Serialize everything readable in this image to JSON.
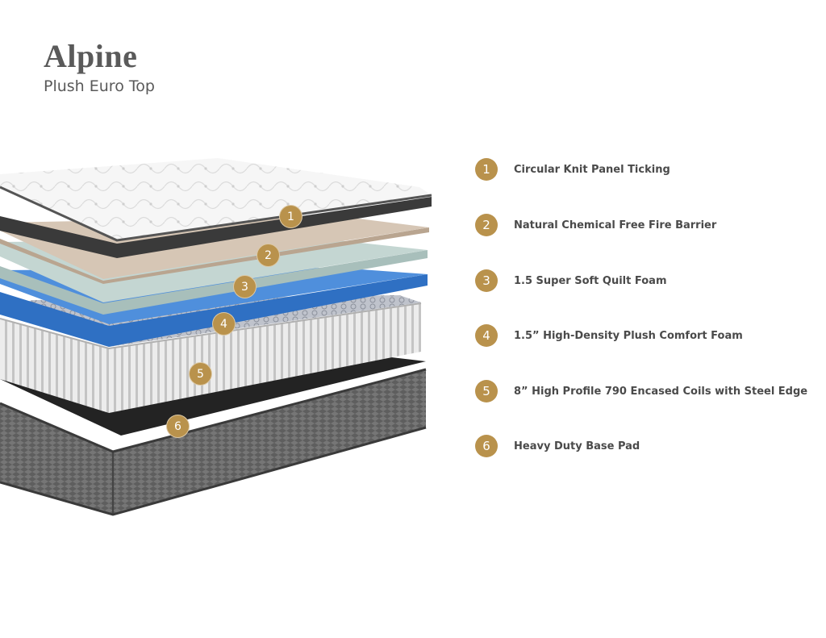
{
  "header": {
    "title": "Alpine",
    "subtitle": "Plush Euro Top"
  },
  "colors": {
    "accent": "#b9924c",
    "ticking": "#f4f4f4",
    "fire_barrier": "#cdbba9",
    "quilt_foam": "#bccfcb",
    "comfort_foam": "#3b7ccc",
    "coils": "#e3e3e3",
    "base_pad": "#222222",
    "border_fabric": "#6e6e6e"
  },
  "layers": [
    {
      "number": "1",
      "label": "Circular Knit Panel Ticking"
    },
    {
      "number": "2",
      "label": "Natural Chemical Free Fire Barrier"
    },
    {
      "number": "3",
      "label": "1.5 Super Soft Quilt Foam"
    },
    {
      "number": "4",
      "label": "1.5” High-Density Plush Comfort Foam"
    },
    {
      "number": "5",
      "label": "8” High Profile 790 Encased Coils with Steel Edge"
    },
    {
      "number": "6",
      "label": "Heavy Duty Base Pad"
    }
  ]
}
